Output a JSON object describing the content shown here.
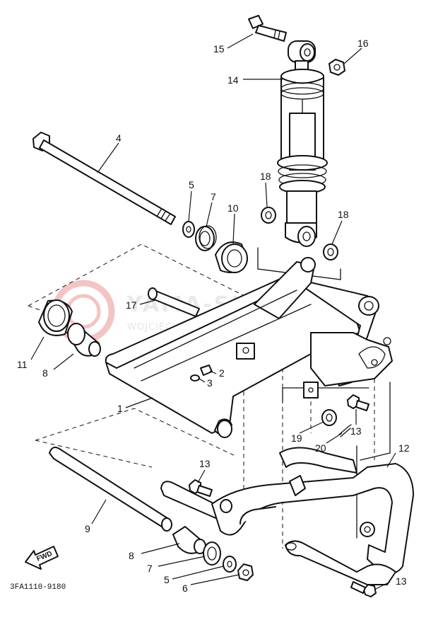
{
  "watermark": {
    "title": "YAMA-SKLEP.PL",
    "subtitle": "WOJCIECH OWCZARZ DEALER YAMAHA",
    "logo_color": "#f3c4c4"
  },
  "diagram_code": "3FA1110-9180",
  "fwd_label": "FWD",
  "callouts": {
    "c1": "1",
    "c2": "2",
    "c3": "3",
    "c4": "4",
    "c5a": "5",
    "c5b": "5",
    "c6": "6",
    "c7a": "7",
    "c7b": "7",
    "c8a": "8",
    "c8b": "8",
    "c9": "9",
    "c10": "10",
    "c11": "11",
    "c12": "12",
    "c13a": "13",
    "c13b": "13",
    "c13c": "13",
    "c14": "14",
    "c15": "15",
    "c16": "16",
    "c17": "17",
    "c18a": "18",
    "c18b": "18",
    "c19": "19",
    "c20": "20"
  },
  "colors": {
    "line": "#111111",
    "background": "#ffffff",
    "watermark": "#e9e9e9"
  }
}
